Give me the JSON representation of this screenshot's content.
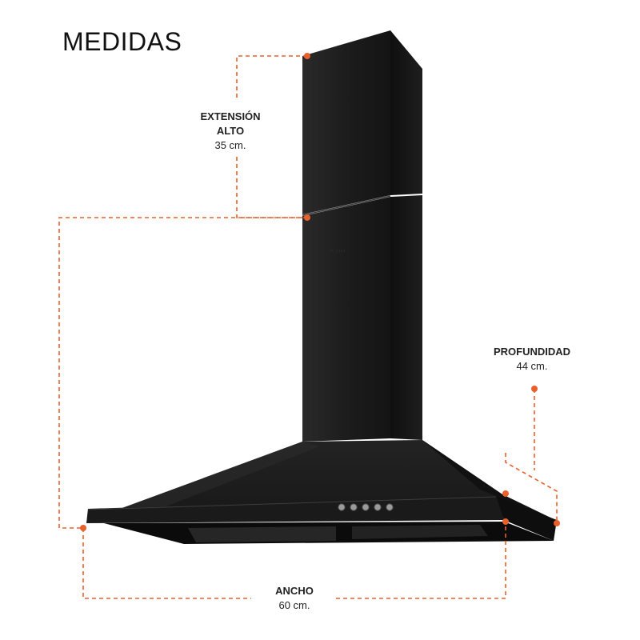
{
  "title": "MEDIDAS",
  "accent_color": "#e8602c",
  "product_color": "#1b1b1b",
  "dimensions": {
    "height": {
      "label_line1": "EXTENSIÓN",
      "label_line2": "ALTO",
      "value": "35 cm."
    },
    "depth": {
      "label": "PROFUNDIDAD",
      "value": "44 cm."
    },
    "width": {
      "label": "ANCHO",
      "value": "60 cm."
    }
  }
}
